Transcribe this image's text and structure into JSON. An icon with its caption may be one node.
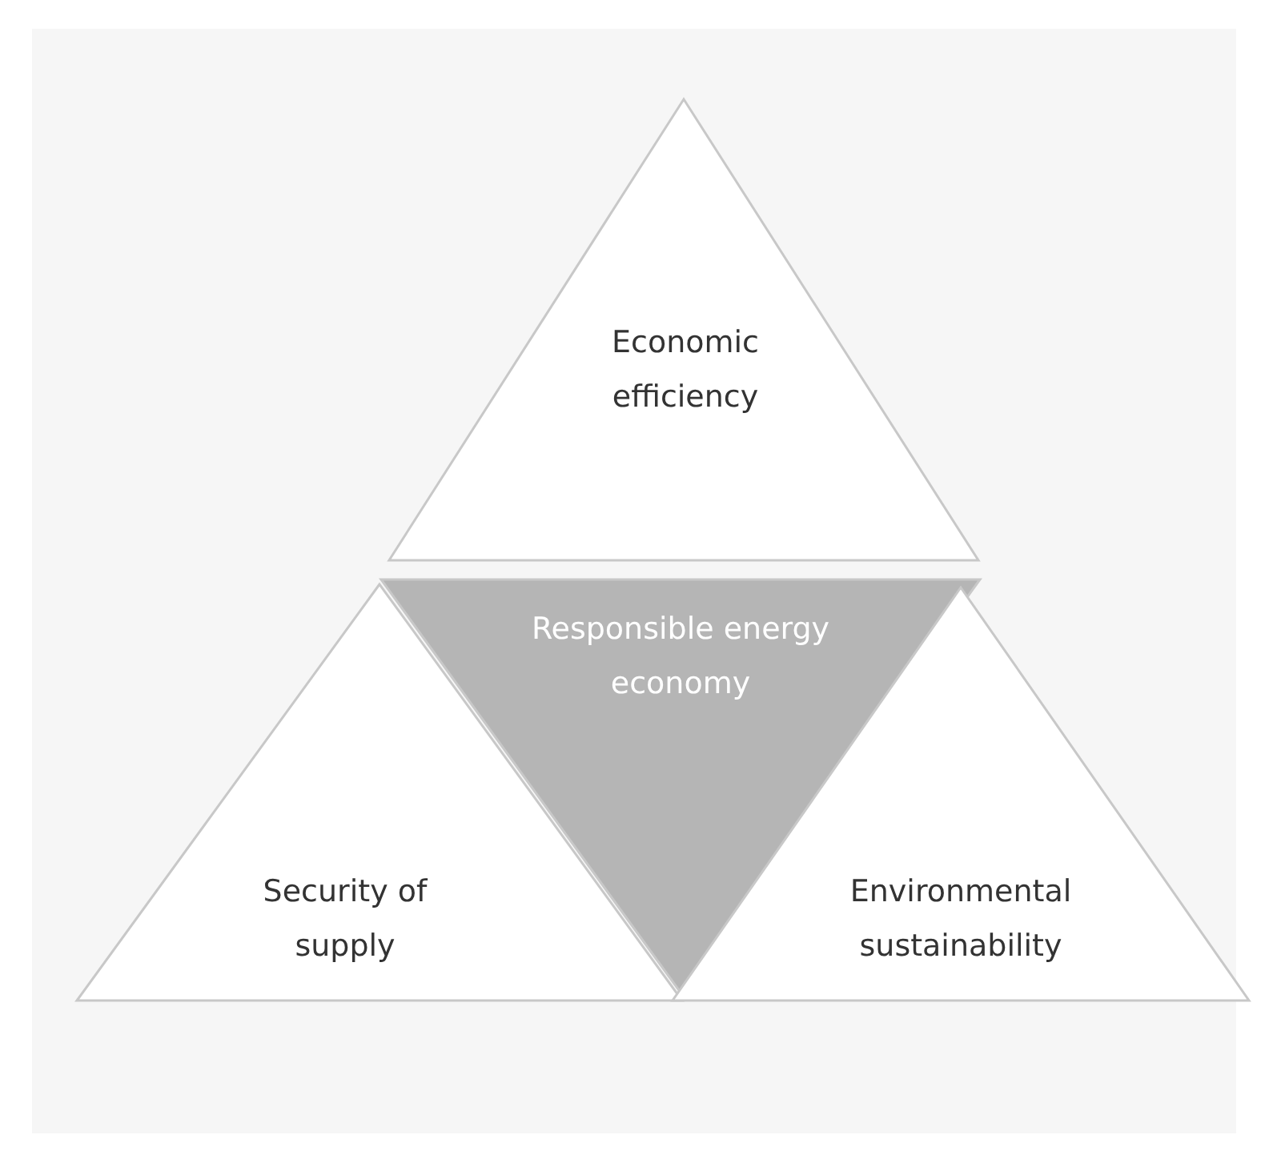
{
  "diagram": {
    "nodes": [
      {
        "text": [
          "Economic efficiency"
        ]
      },
      {
        "text": [
          "Security of supply"
        ]
      },
      {
        "text": [
          "Responsible energy economy"
        ]
      },
      {
        "text": [
          "Environmental sustainability"
        ]
      }
    ]
  }
}
